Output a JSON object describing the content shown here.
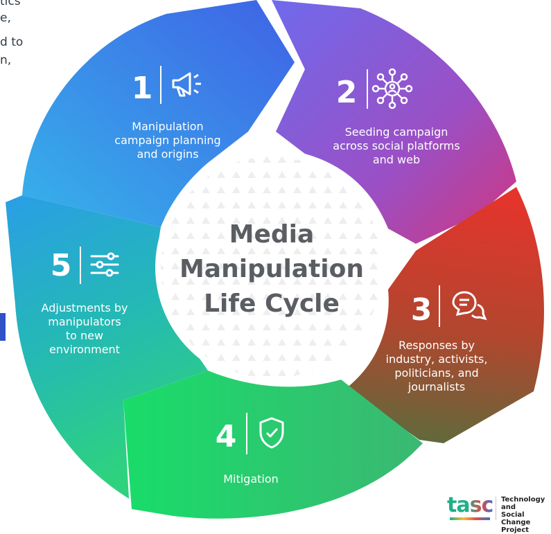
{
  "background_fragments": [
    "tics",
    "e,",
    "d to",
    "n,"
  ],
  "center_title": [
    "Media",
    "Manipulation",
    "Life Cycle"
  ],
  "stages": [
    {
      "number": "1",
      "icon": "megaphone-icon",
      "lines": [
        "Manipulation",
        "campaign planning",
        "and origins"
      ]
    },
    {
      "number": "2",
      "icon": "network-icon",
      "lines": [
        "Seeding campaign",
        "across social platforms",
        "and web"
      ]
    },
    {
      "number": "3",
      "icon": "chat-bubbles-icon",
      "lines": [
        "Responses by",
        "industry, activists,",
        "politicians, and",
        "journalists"
      ]
    },
    {
      "number": "4",
      "icon": "shield-check-icon",
      "lines": [
        "Mitigation"
      ]
    },
    {
      "number": "5",
      "icon": "sliders-icon",
      "lines": [
        "Adjustments by",
        "manipulators",
        "to new",
        "environment"
      ]
    }
  ],
  "logo": {
    "mark": "tasc",
    "lines": [
      "Technology and",
      "Social Change",
      "Project"
    ]
  },
  "colors": {
    "stage1": [
      "#3f78e6",
      "#36b3ea"
    ],
    "stage2": [
      "#7a5ee6",
      "#c13fa6"
    ],
    "stage3": [
      "#e3352e",
      "#6d5e3d"
    ],
    "stage4": [
      "#1edb6a",
      "#2cc07a"
    ],
    "stage5": [
      "#1f9fe0",
      "#2ccf8a"
    ],
    "center_text": "#5a5d62",
    "accent_bar": "#2f52c7"
  }
}
